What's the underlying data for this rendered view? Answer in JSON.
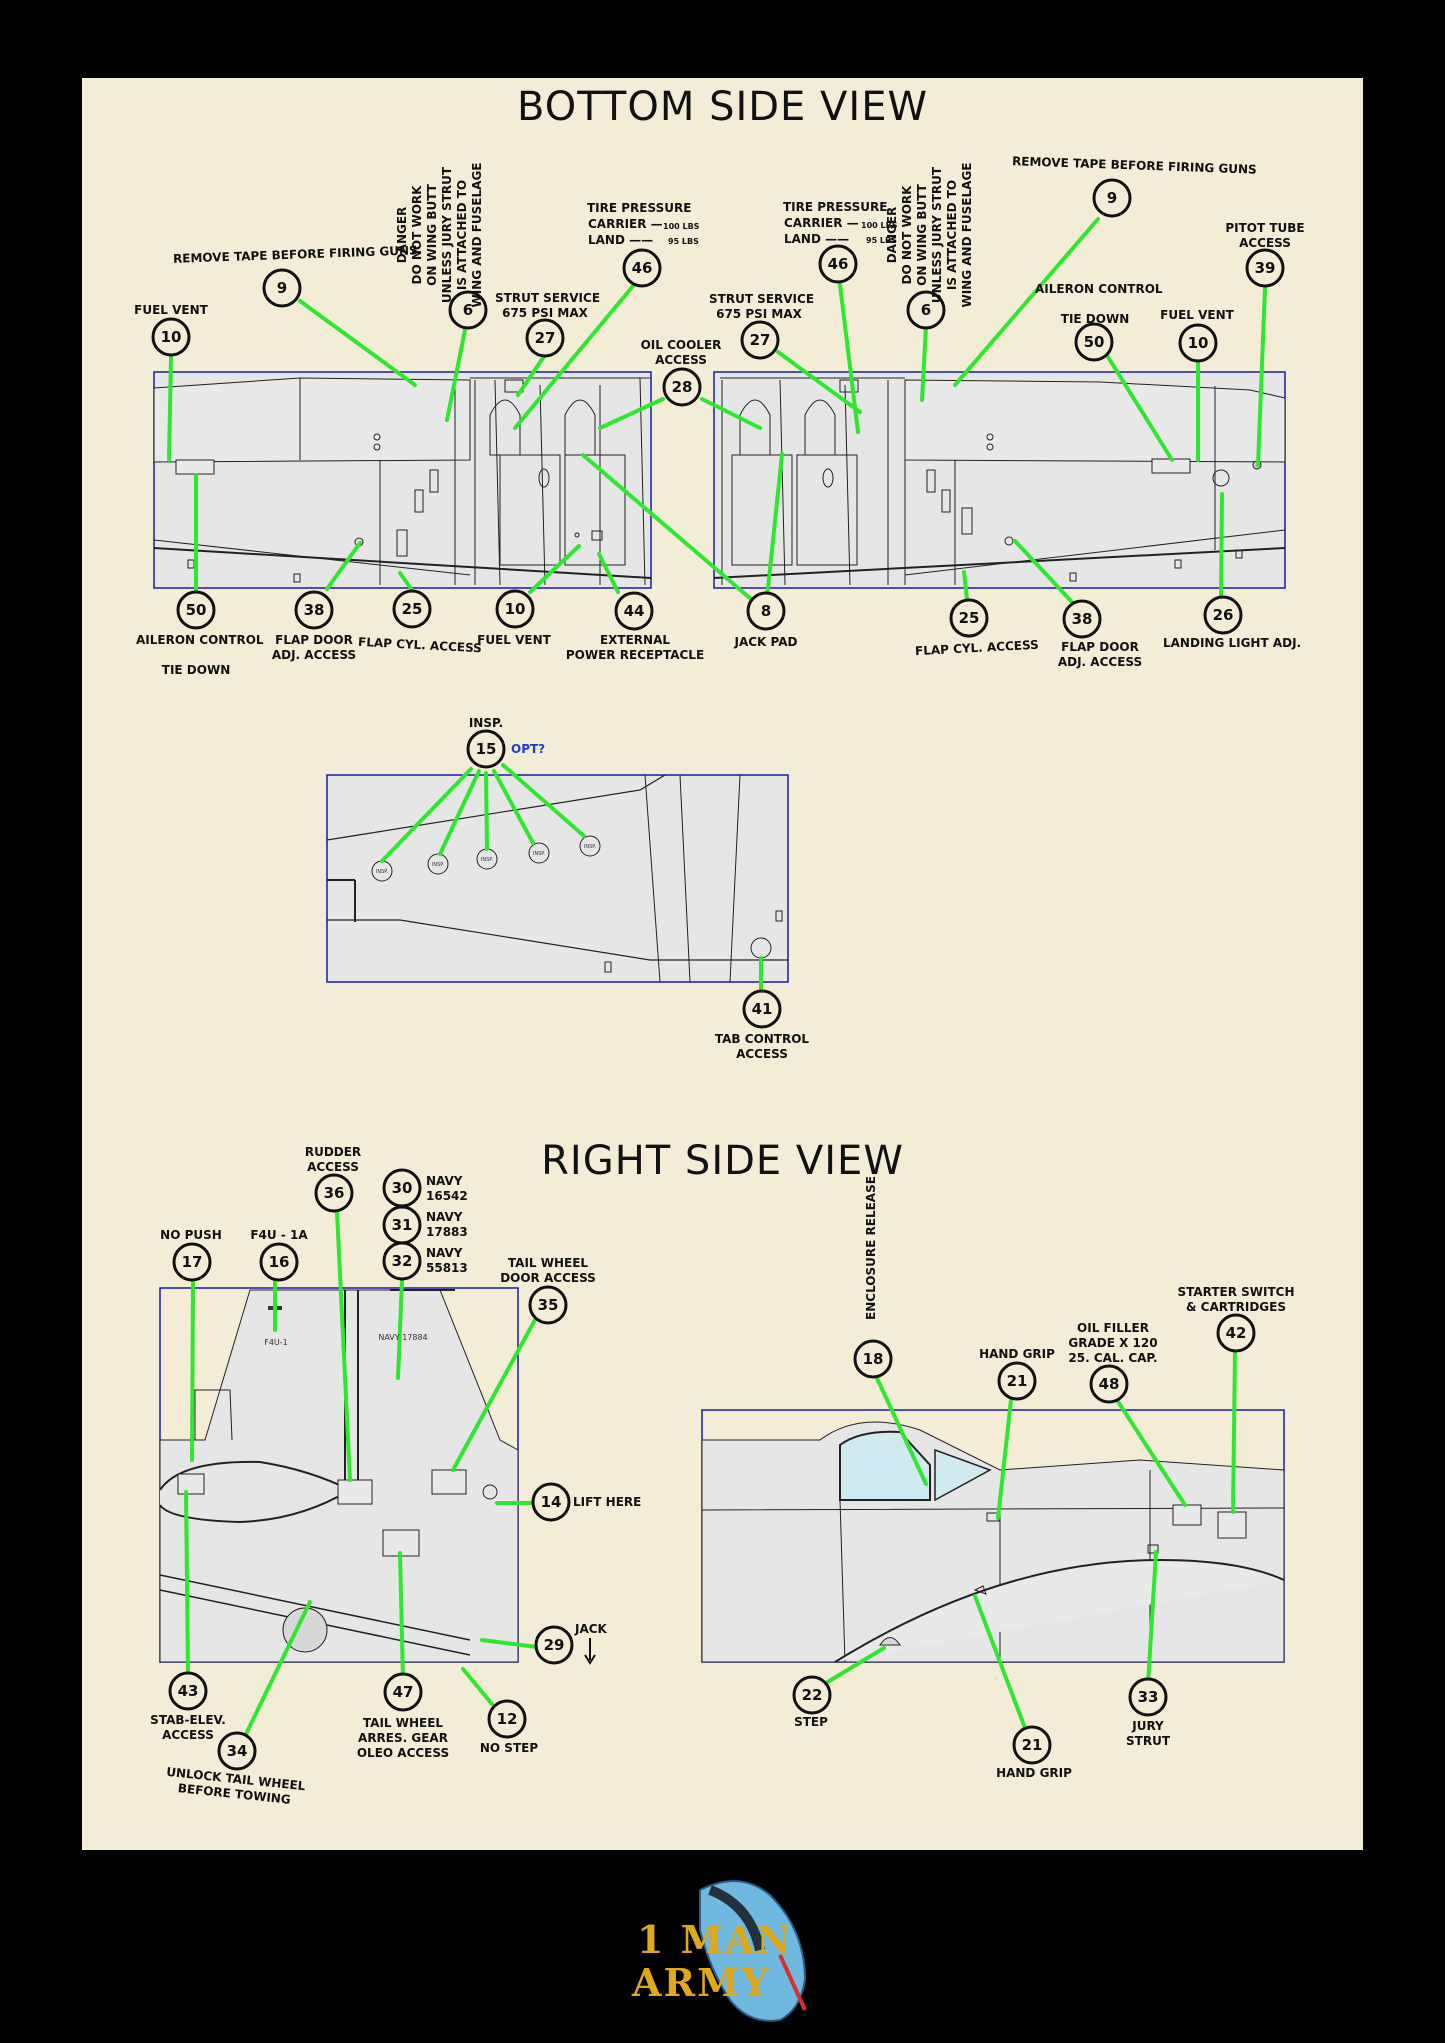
{
  "titles": {
    "bottom": "BOTTOM SIDE VIEW",
    "right": "RIGHT SIDE VIEW"
  },
  "colors": {
    "background": "#000000",
    "sheet": "#f3ecd6",
    "leader": "#2ee82e",
    "frame": "#1a1aa8",
    "aircraft": "#e6e6e6",
    "opt": "#1a3ad1",
    "logo_gold": "#e0a81c",
    "logo_blue": "#6fb8e0"
  },
  "labels": {
    "fuel_vent_l": "FUEL VENT",
    "remove_tape_l": "REMOVE TAPE BEFORE FIRING GUNS",
    "danger_l": "DANGER\nDO NOT WORK\nON WING BUTT\nUNLESS JURY STRUT\nIS ATTACHED TO\nWING AND FUSELAGE",
    "strut_service_l": "STRUT SERVICE\n675 PSI MAX",
    "tire_pressure_l": "TIRE PRESSURE",
    "carrier_l": "CARRIER —",
    "land_l": "LAND ——",
    "carrier_lbs": "100 LBS",
    "land_lbs": "95 LBS",
    "oil_cooler": "OIL COOLER\nACCESS",
    "tire_pressure_r": "TIRE PRESSURE",
    "carrier_r": "CARRIER —",
    "land_r": "LAND ——",
    "strut_service_r": "STRUT SERVICE\n675 PSI MAX",
    "danger_r": "DANGER\nDO NOT WORK\nON WING BUTT\nUNLESS JURY STRUT\nIS ATTACHED TO\nWING AND FUSELAGE",
    "remove_tape_r": "REMOVE TAPE BEFORE FIRING GUNS",
    "aileron_tie_r": "AILERON CONTROL\n\nTIE DOWN",
    "fuel_vent_r": "FUEL VENT",
    "pitot": "PITOT TUBE\nACCESS",
    "aileron_tie_l": "AILERON CONTROL\n\nTIE DOWN",
    "flap_door_l": "FLAP DOOR\nADJ. ACCESS",
    "flap_cyl_l": "FLAP CYL. ACCESS",
    "fuel_vent_b": "FUEL VENT",
    "ext_power": "EXTERNAL\nPOWER RECEPTACLE",
    "jack_pad": "JACK PAD",
    "flap_cyl_r": "FLAP CYL. ACCESS",
    "flap_door_r": "FLAP DOOR\nADJ. ACCESS",
    "landing_light": "LANDING LIGHT ADJ.",
    "insp": "INSP.",
    "opt": "OPT?",
    "tab_control": "TAB CONTROL\nACCESS",
    "rudder_access": "RUDDER\nACCESS",
    "navy_30": "NAVY\n16542",
    "navy_31": "NAVY\n17883",
    "navy_32": "NAVY\n55813",
    "no_push": "NO PUSH",
    "f4u": "F4U - 1A",
    "tail_wheel_door": "TAIL WHEEL\nDOOR ACCESS",
    "lift_here": "LIFT HERE",
    "jack": "JACK",
    "stab_elev": "STAB-ELEV.\nACCESS",
    "unlock_tail": "UNLOCK TAIL WHEEL\nBEFORE TOWING",
    "tail_wheel_arres": "TAIL WHEEL\nARRES. GEAR\nOLEO ACCESS",
    "no_step": "NO STEP",
    "enclosure": "ENCLOSURE RELEASE",
    "hand_grip_t": "HAND GRIP",
    "oil_filler": "OIL FILLER\nGRADE X 120\n25. CAL. CAP.",
    "starter": "STARTER SWITCH\n& CARTRIDGES",
    "step": "STEP",
    "hand_grip_b": "HAND GRIP",
    "jury_strut": "JURY\nSTRUT"
  },
  "numbers": {
    "n10a": "10",
    "n9a": "9",
    "n6a": "6",
    "n27a": "27",
    "n46a": "46",
    "n28": "28",
    "n27b": "27",
    "n46b": "46",
    "n6b": "6",
    "n9b": "9",
    "n50b": "50",
    "n10b": "10",
    "n39": "39",
    "n50a": "50",
    "n38a": "38",
    "n25a": "25",
    "n10c": "10",
    "n44": "44",
    "n8": "8",
    "n25b": "25",
    "n38b": "38",
    "n26": "26",
    "n15": "15",
    "n41": "41",
    "n36": "36",
    "n30": "30",
    "n31": "31",
    "n32": "32",
    "n17": "17",
    "n16": "16",
    "n35": "35",
    "n14": "14",
    "n29": "29",
    "n43": "43",
    "n34": "34",
    "n47": "47",
    "n12": "12",
    "n18": "18",
    "n21a": "21",
    "n48": "48",
    "n42": "42",
    "n22": "22",
    "n21b": "21",
    "n33": "33"
  },
  "placards": {
    "insp": "INSP.",
    "f4u_tail": "F4U-1",
    "navy_tail": "NAVY\n17884"
  },
  "logo": {
    "line1": "1 MAN",
    "line2": "ARMY"
  }
}
